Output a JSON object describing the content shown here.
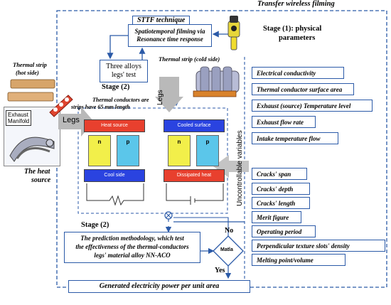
{
  "header": {
    "title": "Transfer wireless filming"
  },
  "technique": {
    "title": "STTF technique",
    "line1": "Spatiotemporal filming via",
    "line2": "Resonance time response"
  },
  "stage1": {
    "line1": "Stage (1): physical",
    "line2": "parameters"
  },
  "alloys_box": {
    "line1": "Three alloys",
    "line2": "legs' test"
  },
  "stage2_top": "Stage (2)",
  "thermal_strip_cold": "Thermal strip (cold side)",
  "thermal_strip_hot": {
    "line1": "Thermal strip",
    "line2": "(hot side)"
  },
  "conductors_note": {
    "line1": "Thermal conductors are",
    "line2": "strips have 65 mm length"
  },
  "exhaust_label": {
    "line1": "Exhaust",
    "line2": "Manifold"
  },
  "heat_source": {
    "line1": "The heat",
    "line2": "source"
  },
  "legs_labels": {
    "left": "Legs",
    "top": "Legs"
  },
  "module_left": {
    "top": "Heat source",
    "bottom": "Cool side",
    "n": "n",
    "p": "p"
  },
  "module_right": {
    "top": "Cooled surface",
    "bottom": "Dissipated heat",
    "n": "n",
    "p": "p"
  },
  "uncontrollable": "Uncontrollable variables",
  "parameters": [
    "Electrical conductivity",
    "Thermal conductor surface area",
    "Exhaust (source) Temperature level",
    "Exhaust flow rate",
    "Intake temperature flow",
    "Cracks' span",
    "Cracks' depth",
    "Cracks' length",
    "Merit figure",
    "Operating period",
    "Perpendicular texture slots' density",
    "Melting point/volume"
  ],
  "stage2_bottom": "Stage (2)",
  "prediction": {
    "line1": "The prediction methodology, which test",
    "line2": "the effectiveness of the thermal-conductors",
    "line3": "legs' material alloy NN-ACO"
  },
  "decision": {
    "label": "Matla",
    "no": "No",
    "yes": "Yes"
  },
  "output": "Generated electricity power per unit area",
  "colors": {
    "frame": "#2b5aa8",
    "arrow_gray": "#b9b9b9",
    "hot": "#e8402e",
    "cool": "#2a43e0",
    "yellow": "#f2ef4a",
    "cyan": "#5bc6ea"
  }
}
